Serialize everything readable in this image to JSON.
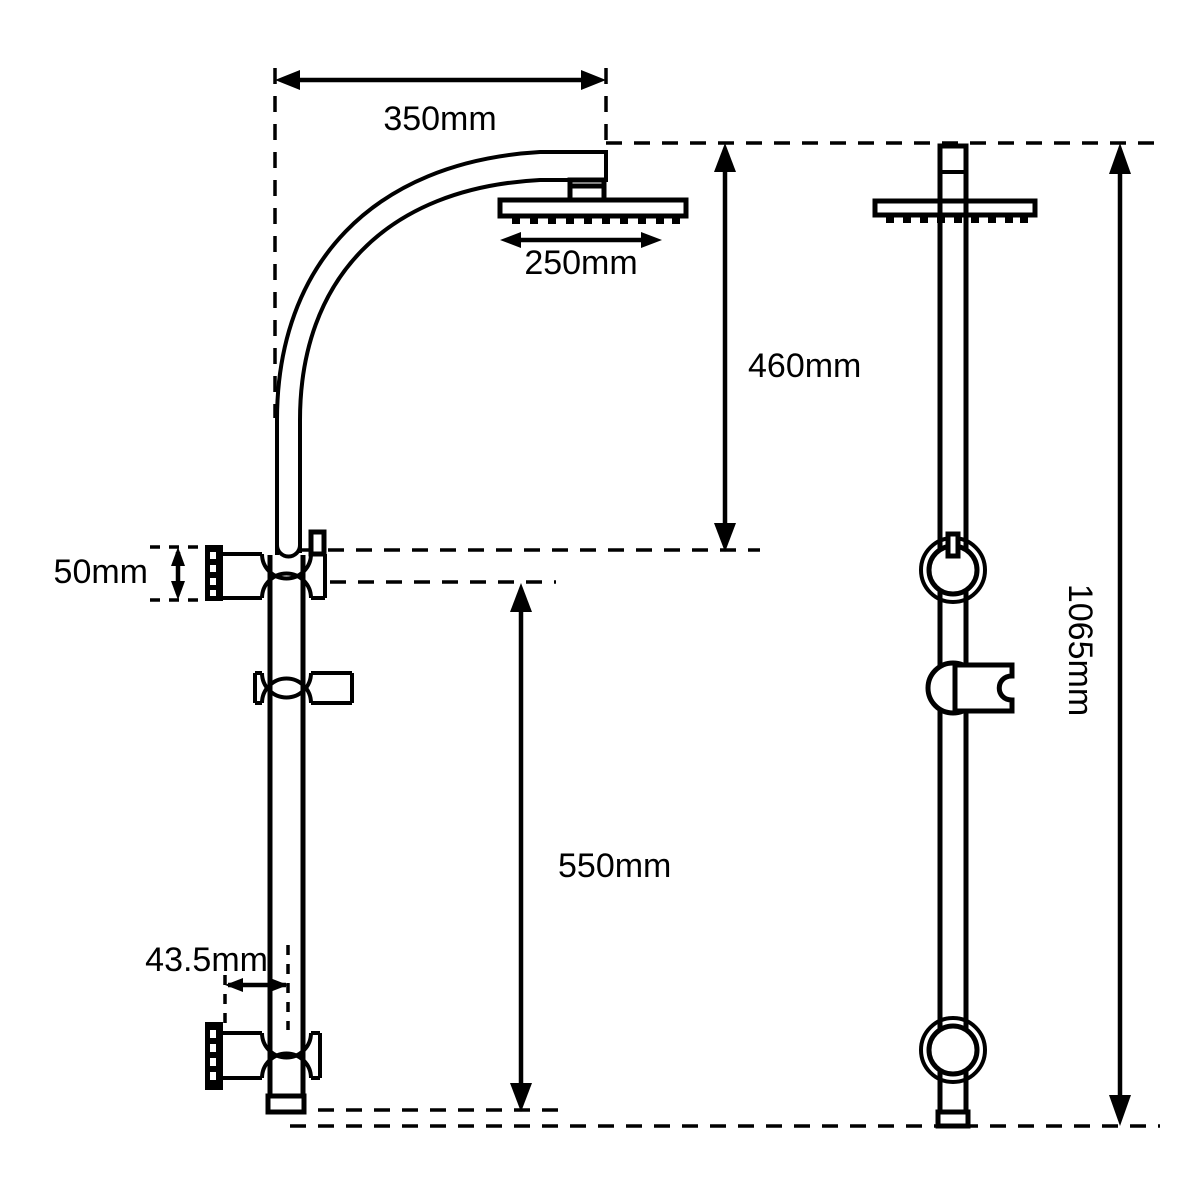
{
  "drawing": {
    "title": "Shower Rail System Technical Dimension Drawing",
    "background_color": "#ffffff",
    "line_color": "#000000",
    "views": [
      {
        "name": "side-elevation-view",
        "position": "left"
      },
      {
        "name": "front-elevation-view",
        "position": "right"
      }
    ]
  },
  "dimensions": {
    "arm_reach": {
      "label": "350mm",
      "value": 350,
      "unit": "mm",
      "orientation": "horizontal",
      "name": "arm-reach-dimension"
    },
    "head_width": {
      "label": "250mm",
      "value": 250,
      "unit": "mm",
      "orientation": "horizontal",
      "name": "shower-head-width-dimension"
    },
    "head_to_inlet": {
      "label": "460mm",
      "value": 460,
      "unit": "mm",
      "orientation": "vertical",
      "name": "head-to-inlet-height-dimension"
    },
    "bracket_height": {
      "label": "50mm",
      "value": 50,
      "unit": "mm",
      "orientation": "vertical",
      "name": "top-bracket-height-dimension"
    },
    "rail_span": {
      "label": "550mm",
      "value": 550,
      "unit": "mm",
      "orientation": "vertical",
      "name": "rail-span-dimension"
    },
    "wall_offset": {
      "label": "43.5mm",
      "value": 43.5,
      "unit": "mm",
      "orientation": "horizontal",
      "name": "wall-offset-dimension"
    },
    "overall_height": {
      "label": "1065mm",
      "value": 1065,
      "unit": "mm",
      "orientation": "vertical-rotated",
      "name": "overall-height-dimension"
    }
  },
  "components": {
    "shower_arm": "curved-shower-arm",
    "shower_head": "square-rain-shower-head",
    "slide_rail": "slide-rail",
    "top_wall_bracket": "top-wall-bracket",
    "bottom_wall_bracket": "bottom-wall-bracket",
    "handheld_holder": "handheld-shower-holder",
    "wall_plate": "wall-mounting-plate",
    "diverter_valve": "diverter-valve",
    "outlet_elbow": "outlet-elbow"
  }
}
